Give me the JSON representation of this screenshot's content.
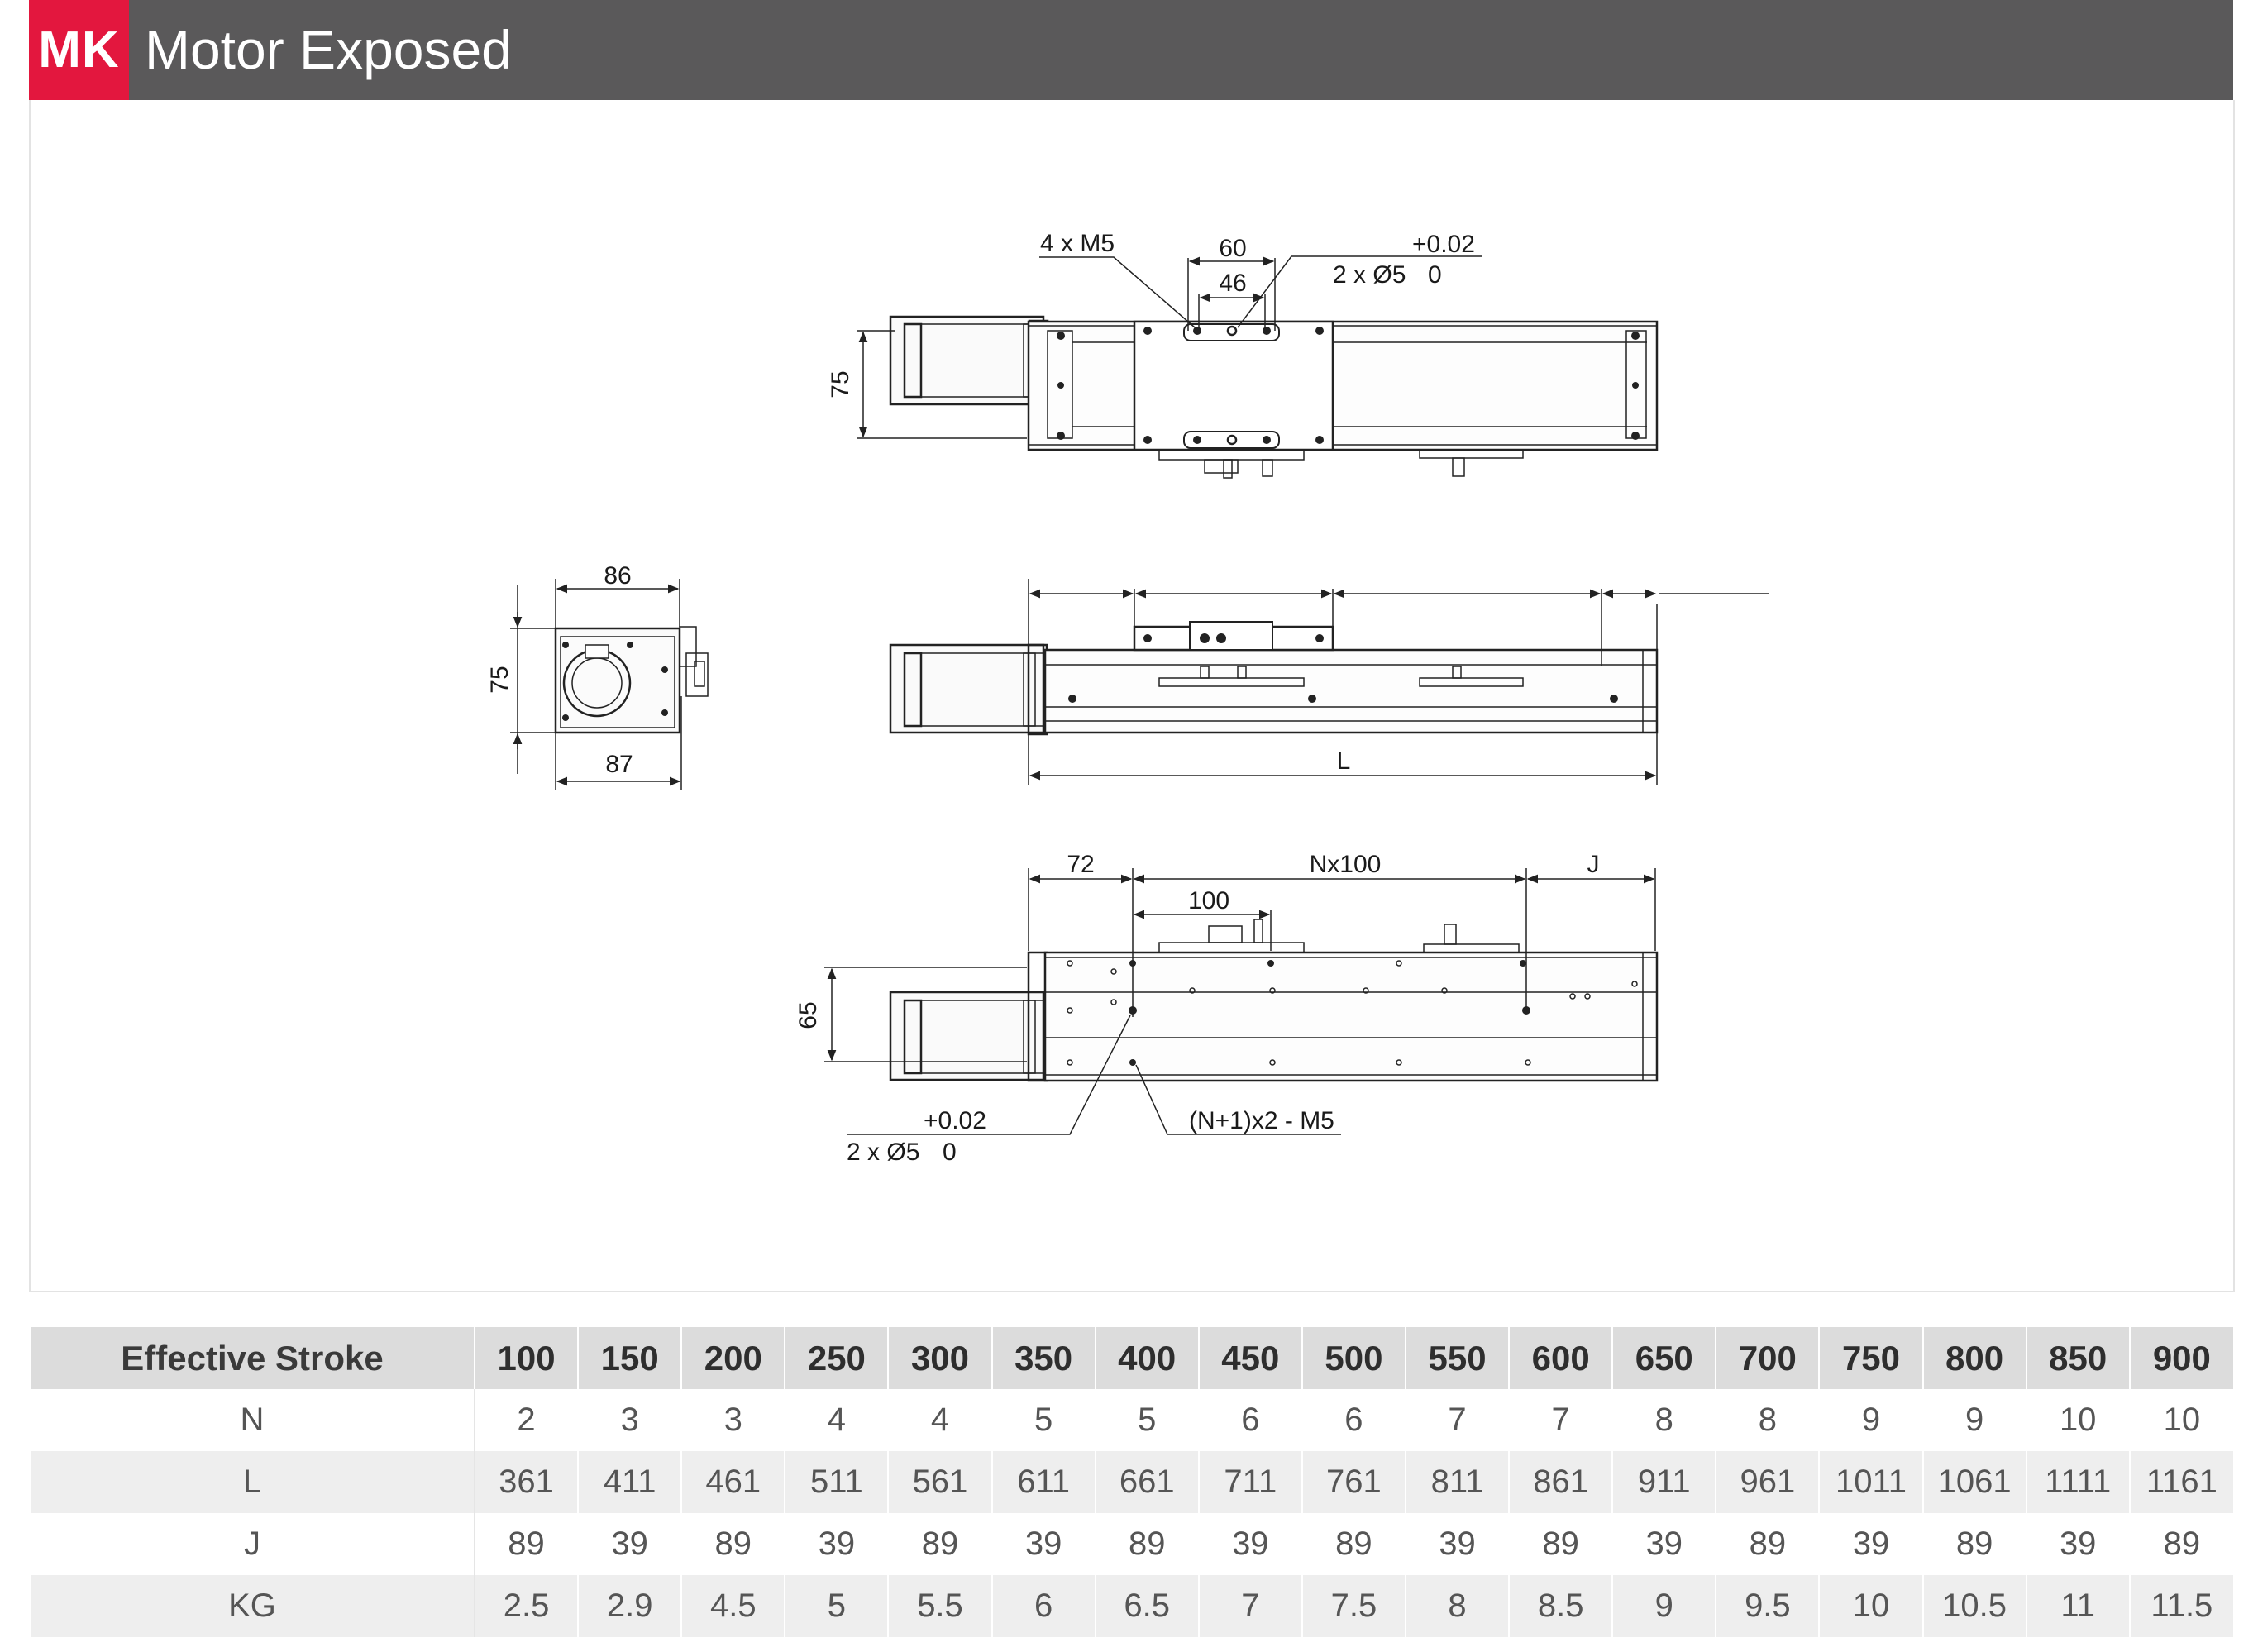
{
  "header": {
    "code": "MK",
    "title": "Motor Exposed",
    "accent_color": "#e3173e",
    "bar_color": "#5a595a"
  },
  "drawing": {
    "top_view": {
      "holes_label": "4 x M5",
      "dim_60": "60",
      "dim_46": "46",
      "tol_upper": "+0.02",
      "pin_label": "2 x Ø5",
      "tol_lower": "0",
      "height": "75"
    },
    "end_view": {
      "width_top": "86",
      "width_bottom": "87",
      "height": "75"
    },
    "side_view": {
      "length": "L"
    },
    "bottom_view": {
      "dim_72": "72",
      "pitch": "Nx100",
      "end_j": "J",
      "dim_100": "100",
      "height": "65",
      "tol_upper": "+0.02",
      "pin_label": "2 x Ø5",
      "tol_lower": "0",
      "holes_label": "(N+1)x2 - M5"
    }
  },
  "table": {
    "header_label": "Effective Stroke",
    "strokes": [
      "100",
      "150",
      "200",
      "250",
      "300",
      "350",
      "400",
      "450",
      "500",
      "550",
      "600",
      "650",
      "700",
      "750",
      "800",
      "850",
      "900"
    ],
    "rows": [
      {
        "label": "N",
        "values": [
          "2",
          "3",
          "3",
          "4",
          "4",
          "5",
          "5",
          "6",
          "6",
          "7",
          "7",
          "8",
          "8",
          "9",
          "9",
          "10",
          "10"
        ]
      },
      {
        "label": "L",
        "values": [
          "361",
          "411",
          "461",
          "511",
          "561",
          "611",
          "661",
          "711",
          "761",
          "811",
          "861",
          "911",
          "961",
          "1011",
          "1061",
          "1111",
          "1161"
        ]
      },
      {
        "label": "J",
        "values": [
          "89",
          "39",
          "89",
          "39",
          "89",
          "39",
          "89",
          "39",
          "89",
          "39",
          "89",
          "39",
          "89",
          "39",
          "89",
          "39",
          "89"
        ]
      },
      {
        "label": "KG",
        "values": [
          "2.5",
          "2.9",
          "4.5",
          "5",
          "5.5",
          "6",
          "6.5",
          "7",
          "7.5",
          "8",
          "8.5",
          "9",
          "9.5",
          "10",
          "10.5",
          "11",
          "11.5"
        ]
      }
    ]
  }
}
